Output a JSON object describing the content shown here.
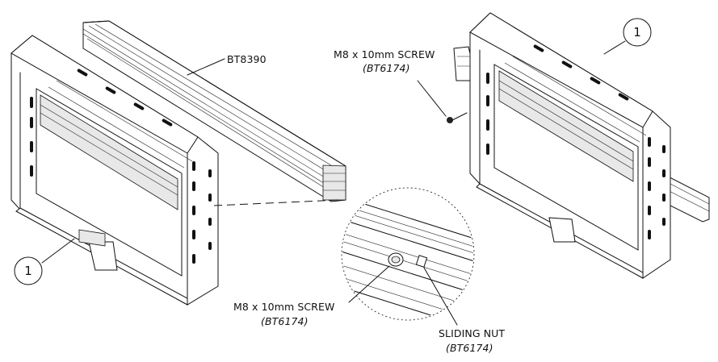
{
  "labels": {
    "bt8390": "BT8390",
    "top_screw": "M8 x 10mm SCREW",
    "top_screw_part": "(BT6174)",
    "detail_screw": "M8 x 10mm SCREW",
    "detail_screw_part": "(BT6174)",
    "sliding_nut": "SLIDING NUT",
    "sliding_nut_part": "(BT6174)",
    "callout_left": "1",
    "callout_right": "1"
  }
}
